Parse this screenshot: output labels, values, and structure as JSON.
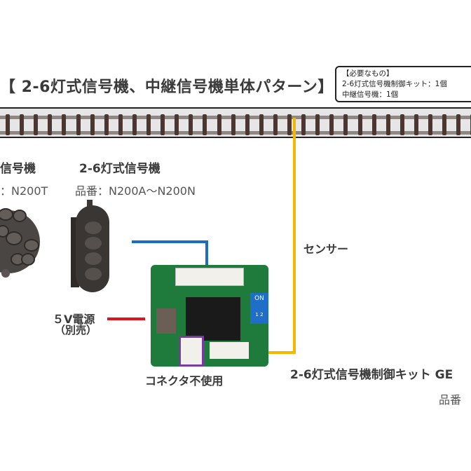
{
  "title": "【 2-6灯式信号機、中継信号機単体パターン】",
  "requirements": {
    "heading": "【必要なもの】",
    "items": [
      "2-6灯式信号機制御キット：1個",
      "中継信号機：1個"
    ]
  },
  "relay_signal": {
    "name": "信号機",
    "part": "：N200T"
  },
  "signal_2_6": {
    "name": "2-6灯式信号機",
    "part": "品番：N200A～N200N"
  },
  "power": {
    "label": "５V電源",
    "note": "（別売）"
  },
  "sensor": {
    "label": "センサー"
  },
  "connector_note": "コネクタ不使用",
  "kit": {
    "name": "2-6灯式信号機制御キット GE",
    "part": "品番"
  },
  "dip_switch": {
    "on": "ON",
    "n1": "1",
    "n2": "2"
  },
  "colors": {
    "blue": "#1a6fc0",
    "red": "#e0141e",
    "yellow": "#f2b800",
    "purple": "#7a3aa0",
    "pcb": "#1e7b3c"
  }
}
